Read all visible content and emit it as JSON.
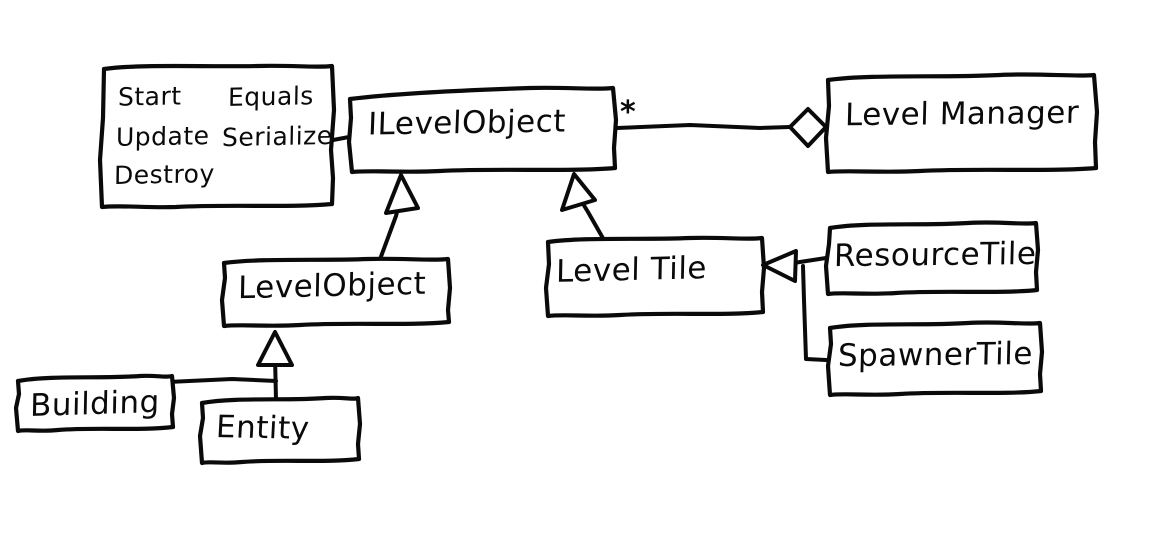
{
  "diagram": {
    "title": "UML class diagram (hand-drawn)",
    "style": "hand-drawn sketch, black ink on white",
    "stroke_color": "#0a0a0a",
    "background_color": "#ffffff"
  },
  "methods_box": {
    "name": "methods-list",
    "column_left": [
      "Start",
      "Update",
      "Destroy"
    ],
    "column_right": [
      "Equals",
      "Serialize"
    ],
    "items": {
      "start": "Start",
      "update": "Update",
      "destroy": "Destroy",
      "equals": "Equals",
      "serialize": "Serialize"
    }
  },
  "classes": {
    "ilevelobject": "ILevelObject",
    "levelmanager": "Level Manager",
    "levelobject": "LevelObject",
    "leveltile": "Level Tile",
    "resourcetile": "ResourceTile",
    "spawnertile": "SpawnerTile",
    "building": "Building",
    "entity": "Entity"
  },
  "annotations": {
    "multiplicity_star": "*"
  },
  "relations": [
    {
      "name": "ilevelobject-aggregated-by-levelmanager",
      "from": "ILevelObject",
      "to": "Level Manager",
      "type": "aggregation",
      "marker": "hollow-diamond",
      "multiplicity": "*"
    },
    {
      "name": "levelobject-implements-ilevelobject",
      "from": "LevelObject",
      "to": "ILevelObject",
      "type": "realization",
      "marker": "hollow-triangle"
    },
    {
      "name": "leveltile-implements-ilevelobject",
      "from": "Level Tile",
      "to": "ILevelObject",
      "type": "realization",
      "marker": "hollow-triangle"
    },
    {
      "name": "entity-extends-levelobject",
      "from": "Entity",
      "to": "LevelObject",
      "type": "generalization",
      "marker": "hollow-triangle"
    },
    {
      "name": "building-extends-levelobject",
      "from": "Building",
      "to": "LevelObject",
      "type": "generalization",
      "marker": "shared-hollow-triangle"
    },
    {
      "name": "resourcetile-extends-leveltile",
      "from": "ResourceTile",
      "to": "Level Tile",
      "type": "generalization",
      "marker": "hollow-triangle"
    },
    {
      "name": "spawnertile-extends-leveltile",
      "from": "SpawnerTile",
      "to": "Level Tile",
      "type": "generalization",
      "marker": "shared-hollow-triangle"
    }
  ]
}
